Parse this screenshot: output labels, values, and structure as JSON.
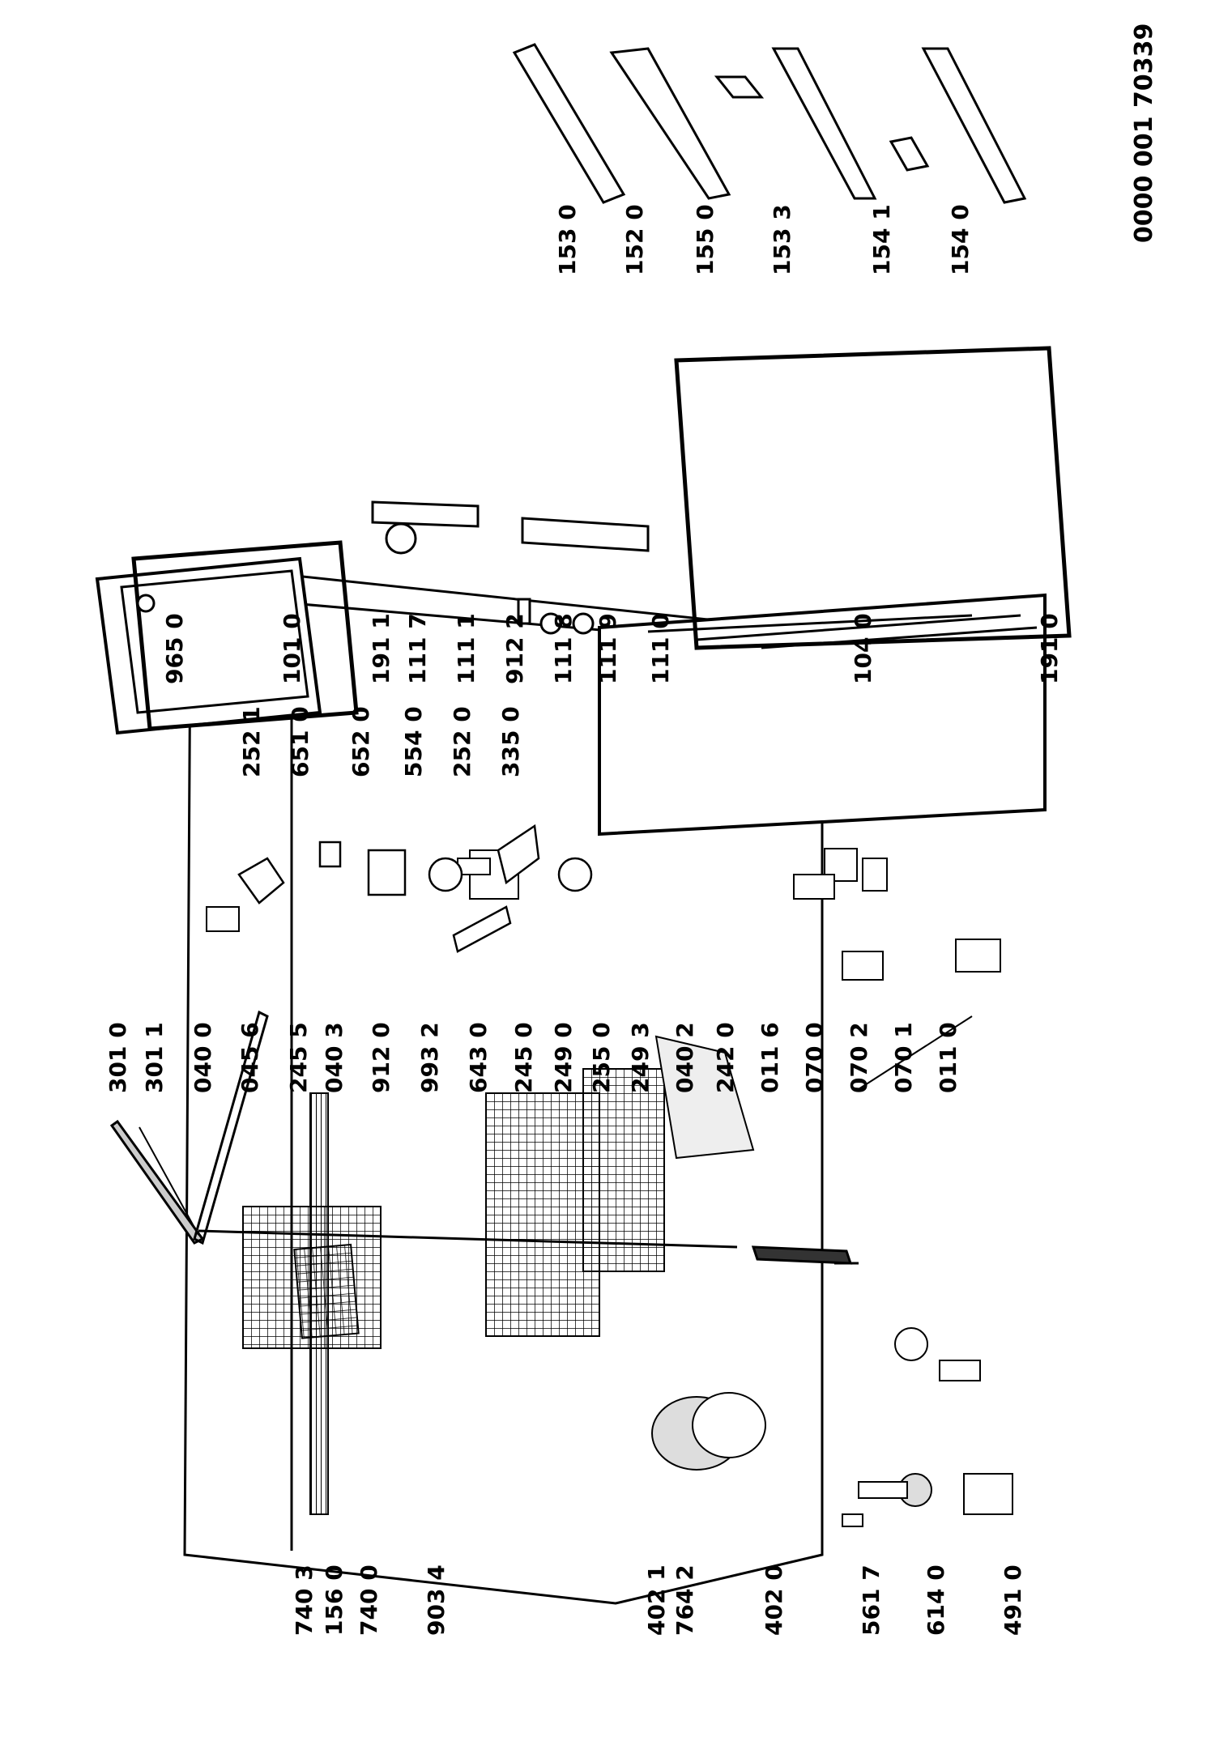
{
  "document_number": "0000 001 70339",
  "sections": {
    "cabinet": {
      "labels_left": [
        "740 3",
        "156 0",
        "740 0",
        "903 4",
        "402 1",
        "764 2",
        "402 0",
        "561 7",
        "614 0",
        "491 0"
      ],
      "labels_right": [
        "301 0",
        "301 1",
        "040 0",
        "045 6",
        "245 5",
        "040 3",
        "912 0",
        "993 2",
        "643 0",
        "245 0",
        "249 0",
        "255 0",
        "249 3",
        "040 2",
        "242 0",
        "011 6",
        "070 0",
        "070 2",
        "070 1",
        "011 0"
      ]
    },
    "controls": {
      "labels": [
        "252 1",
        "651 0",
        "652 0",
        "554 0",
        "252 0",
        "335 0"
      ]
    },
    "doors": {
      "labels": [
        "965 0",
        "101 0",
        "191 1",
        "111 7",
        "111 1",
        "912 2",
        "111 8",
        "111 9",
        "111 0",
        "104 0",
        "191 0"
      ]
    },
    "door_accessories": {
      "labels": [
        "153 0",
        "152 0",
        "155 0",
        "153 3",
        "154 1",
        "154 0"
      ]
    }
  }
}
